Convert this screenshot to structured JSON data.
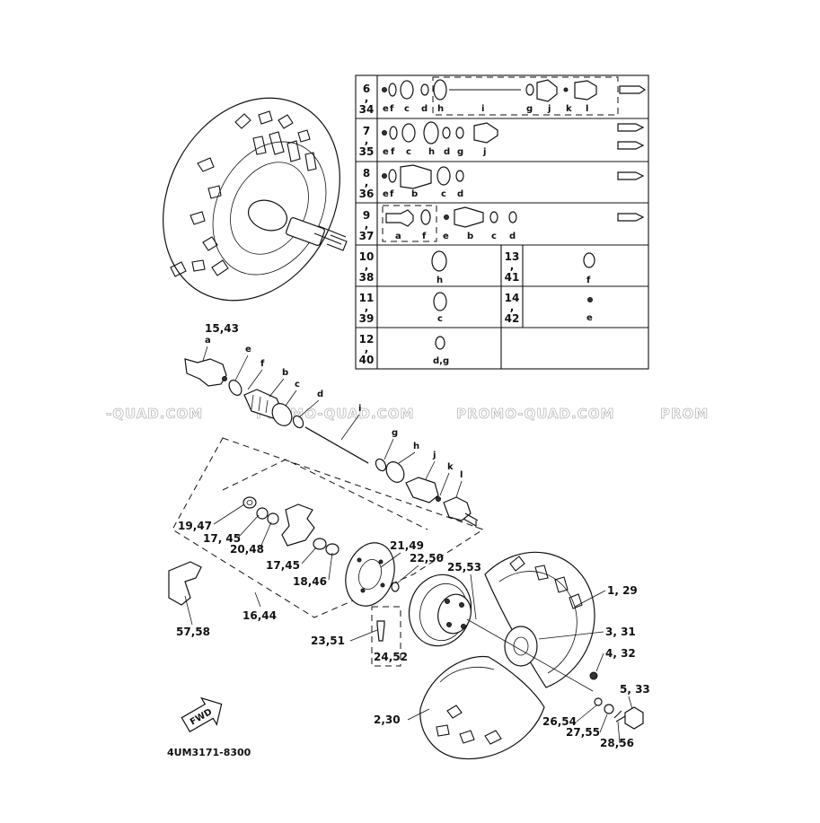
{
  "watermark": [
    "-QUAD.COM",
    "PROMO-QUAD.COM",
    "PROMO-QUAD.COM",
    "PROM"
  ],
  "drawing_code": "4UM3171-8300",
  "fwd_badge": "FWD",
  "callouts": {
    "c15_43": "15,43",
    "c19_47": "19,47",
    "c17_45a": "17, 45",
    "c20_48": "20,48",
    "c17_45b": "17,45",
    "c18_46": "18,46",
    "c16_44": "16,44",
    "c57_58": "57,58",
    "c21_49": "21,49",
    "c22_50": "22,50",
    "c25_53": "25,53",
    "c1_29": "1, 29",
    "c3_31": "3, 31",
    "c4_32": "4, 32",
    "c5_33": "5, 33",
    "c23_51": "23,51",
    "c24_52": "24,52",
    "c2_30": "2,30",
    "c26_54": "26,54",
    "c27_55": "27,55",
    "c28_56": "28,56"
  },
  "letters": {
    "a": "a",
    "b": "b",
    "c": "c",
    "d": "d",
    "e": "e",
    "f": "f",
    "g": "g",
    "h": "h",
    "i": "i",
    "j": "j",
    "k": "k",
    "l": "l"
  },
  "table": {
    "rows": [
      {
        "top": "6",
        "bottom": "34",
        "letters": [
          "e",
          "f",
          "c",
          "d",
          "h",
          "i",
          "g",
          "j",
          "k",
          "l"
        ]
      },
      {
        "top": "7",
        "bottom": "35",
        "letters": [
          "e",
          "f",
          "c",
          "h",
          "d",
          "g",
          "j"
        ]
      },
      {
        "top": "8",
        "bottom": "36",
        "letters": [
          "e",
          "f",
          "b",
          "c",
          "d"
        ]
      },
      {
        "top": "9",
        "bottom": "37",
        "letters": [
          "a",
          "f",
          "e",
          "b",
          "c",
          "d"
        ]
      },
      {
        "top": "10",
        "bottom": "38",
        "letters": [
          "h"
        ]
      },
      {
        "top": "11",
        "bottom": "39",
        "letters": [
          "c"
        ]
      },
      {
        "top": "12",
        "bottom": "40",
        "letters": [
          "d,g"
        ]
      }
    ],
    "right_rows": [
      {
        "top": "13",
        "bottom": "41",
        "letter": "f"
      },
      {
        "top": "14",
        "bottom": "42",
        "letter": "e"
      }
    ]
  }
}
